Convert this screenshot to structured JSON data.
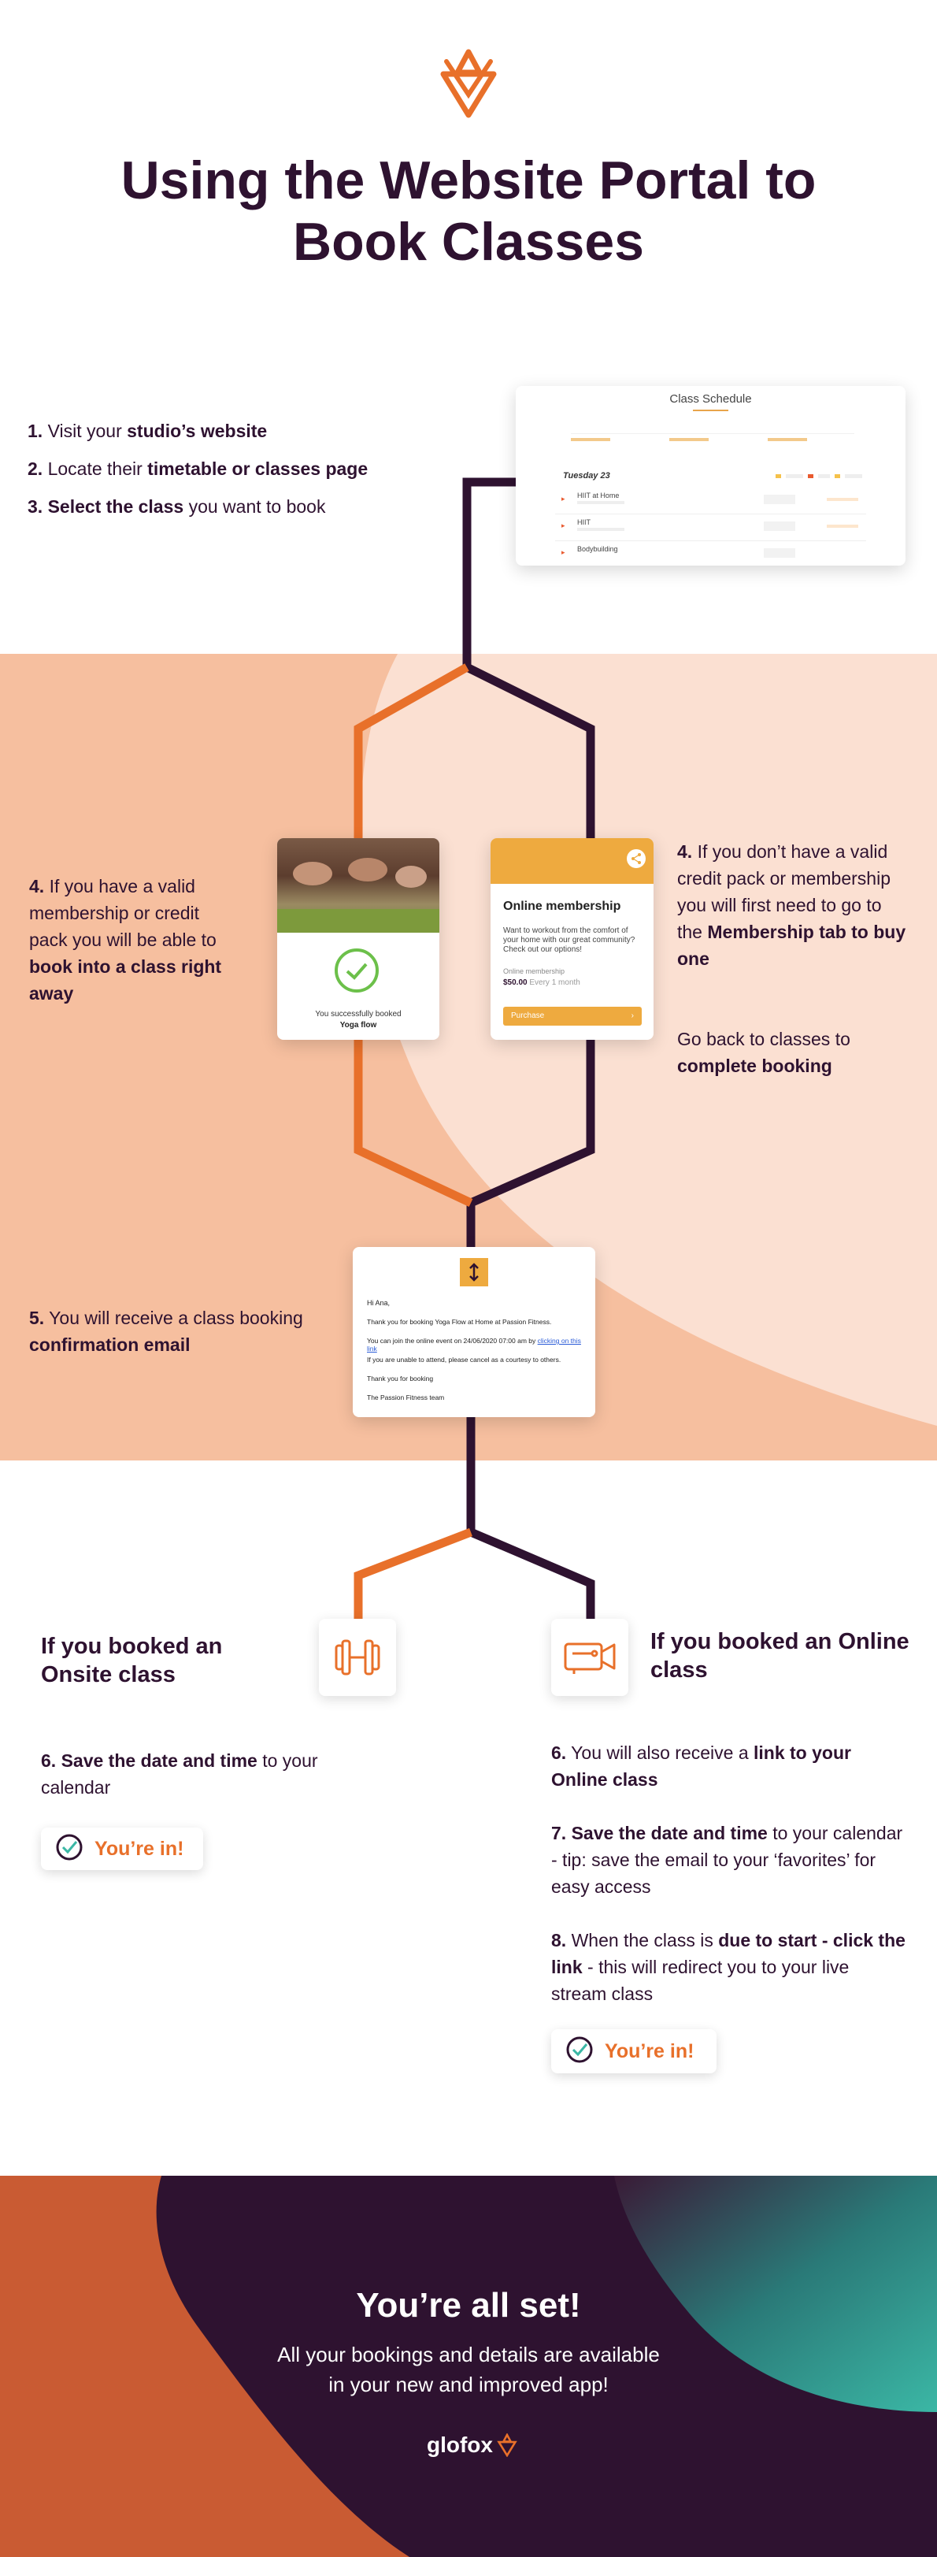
{
  "colors": {
    "orange": "#e8702a",
    "plum": "#2e1230",
    "peach": "#f6bf9f",
    "peach_light": "#fbe0d2",
    "teal": "#3bb7a5"
  },
  "header": {
    "logo_icon": "glofox-fox-logo",
    "title_line1": "Using the Website Portal to",
    "title_line2": "Book Classes"
  },
  "section1": {
    "steps": [
      {
        "num": "1.",
        "pre": "Visit your",
        "bold": "studio’s website",
        "post": ""
      },
      {
        "num": "2.",
        "pre": "Locate their",
        "bold": "timetable or classes page",
        "post": ""
      },
      {
        "num": "3.",
        "pre": "",
        "bold": "Select the class",
        "post": "you want to book"
      }
    ],
    "schedule_card": {
      "title": "Class Schedule",
      "day": "Tuesday 23",
      "rows": [
        "HIIT at Home",
        "HIIT",
        "Bodybuilding"
      ]
    }
  },
  "section2": {
    "left_text": {
      "num": "4.",
      "pre": "If you have a valid membership or credit pack you will be able to",
      "bold": "book into a class right away"
    },
    "success_card": {
      "line1": "You successfully booked",
      "line2": "Yoga flow"
    },
    "membership_card": {
      "title": "Online membership",
      "desc": "Want to workout from the comfort of your home with our great community? Check out our options!",
      "label": "Online membership",
      "price": "$50.00",
      "period": "Every 1 month",
      "button": "Purchase"
    },
    "right_text": {
      "num": "4.",
      "pre": "If you don’t have a valid credit pack or membership you will first need to go to the",
      "bold": "Membership tab to buy one",
      "line2_pre": "Go back to classes to",
      "line2_bold": "complete booking"
    }
  },
  "section3": {
    "text": {
      "num": "5.",
      "pre": "You will receive a class booking",
      "bold": "confirmation email"
    },
    "email": {
      "greeting": "Hi Ana,",
      "line1": "Thank you for booking Yoga Flow at Home at Passion Fitness.",
      "line2_pre": "You can join the online event on 24/06/2020 07:00 am by",
      "line2_link": "clicking on this link",
      "line3": "If you are unable to attend, please cancel as a courtesy to others.",
      "line4": "Thank you for booking",
      "line5": "The Passion Fitness team"
    }
  },
  "section4": {
    "onsite": {
      "heading": "If you booked an Onsite class",
      "icon": "dumbbell-icon",
      "step": {
        "num": "6.",
        "bold": "Save the date and time",
        "post": "to your calendar"
      },
      "badge": "You’re in!"
    },
    "online": {
      "heading": "If you booked an Online class",
      "icon": "video-camera-icon",
      "step6": {
        "num": "6.",
        "pre": "You will also receive a",
        "bold": "link to your Online class"
      },
      "step7": {
        "num": "7.",
        "bold": "Save the date and time",
        "post": "to your calendar - tip: save the email to your ‘favorites’ for easy access"
      },
      "step8": {
        "num": "8.",
        "pre": "When the class is",
        "bold": "due to start - click the link",
        "post": "- this will redirect you to your live stream class"
      },
      "badge": "You’re in!"
    }
  },
  "footer": {
    "title": "You’re all set!",
    "line1": "All your bookings and details are available",
    "line2": "in your new and improved app!",
    "brand": "glofox"
  }
}
